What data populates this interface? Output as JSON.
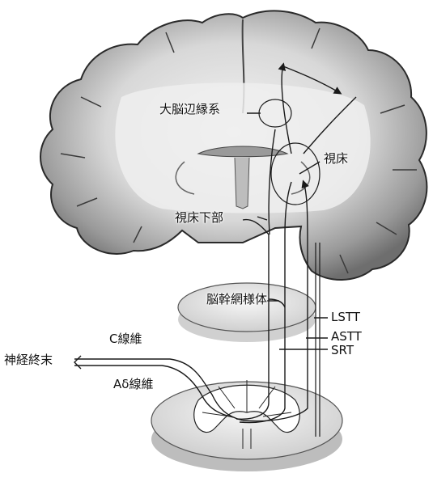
{
  "labels": {
    "limbic": "大脳辺縁系",
    "thalamus": "視床",
    "hypothalamus": "視床下部",
    "brainstem_rf": "脳幹網様体",
    "lstt": "LSTT",
    "astt": "ASTT",
    "srt": "SRT",
    "c_fiber": "C線維",
    "nerve_ending": "神経終末",
    "adelta_fiber": "Aδ線維"
  },
  "colors": {
    "brain_fill": "#8a8a8a",
    "brain_inner": "#ececec",
    "line": "#1a1a1a"
  }
}
